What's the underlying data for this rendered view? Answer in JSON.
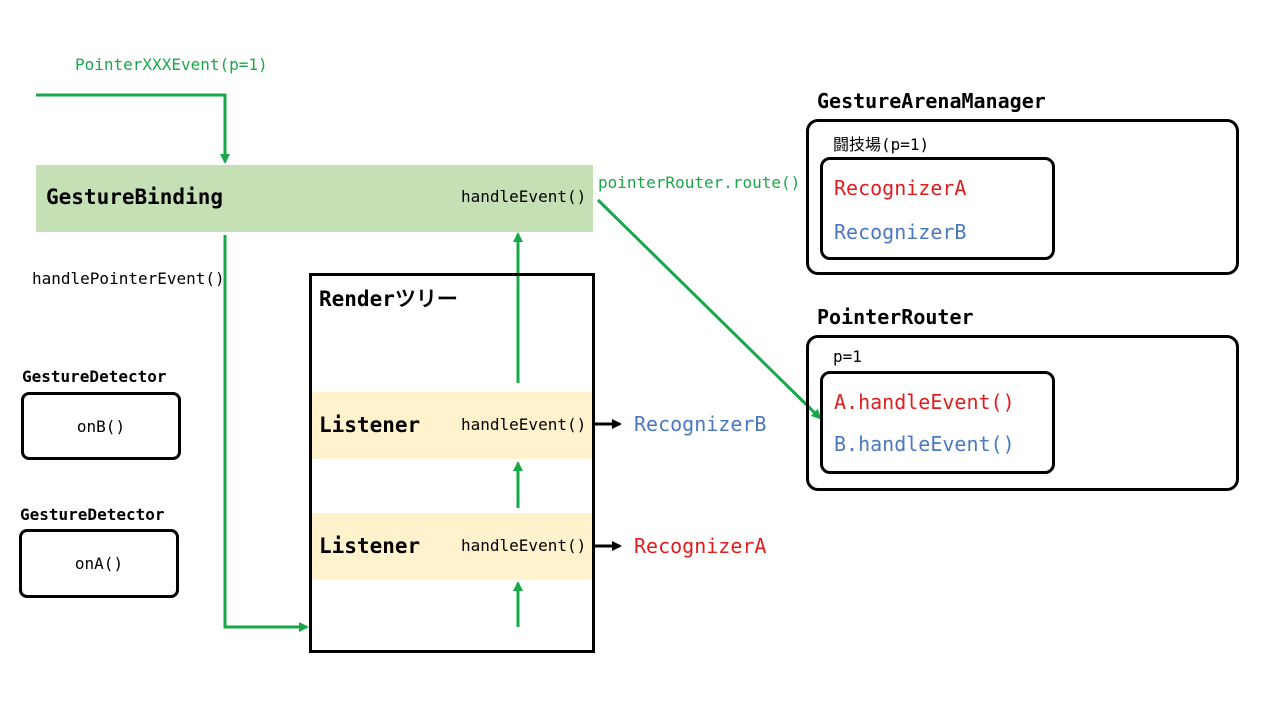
{
  "input_event": "PointerXXXEvent(p=1)",
  "gesture_binding": {
    "title": "GestureBinding",
    "method": "handleEvent()"
  },
  "handle_pointer_event": "handlePointerEvent()",
  "route_call": "pointerRouter.route()",
  "render_tree": {
    "title": "Renderツリー",
    "listeners": [
      {
        "label": "Listener",
        "method": "handleEvent()",
        "target": "RecognizerB"
      },
      {
        "label": "Listener",
        "method": "handleEvent()",
        "target": "RecognizerA"
      }
    ]
  },
  "detectors": [
    {
      "title": "GestureDetector",
      "callback": "onB()"
    },
    {
      "title": "GestureDetector",
      "callback": "onA()"
    }
  ],
  "arena_manager": {
    "title": "GestureArenaManager",
    "arena_label": "闘技場(p=1)",
    "members": [
      "RecognizerA",
      "RecognizerB"
    ]
  },
  "pointer_router": {
    "title": "PointerRouter",
    "pointer_label": "p=1",
    "routes": [
      "A.handleEvent()",
      "B.handleEvent()"
    ]
  },
  "colors": {
    "flow_arrow": "#18a84a",
    "binding_fill": "#c5e0b4",
    "listener_fill": "#fff2cc",
    "recognizer_a": "#e21d1d",
    "recognizer_b": "#4a78c2"
  }
}
